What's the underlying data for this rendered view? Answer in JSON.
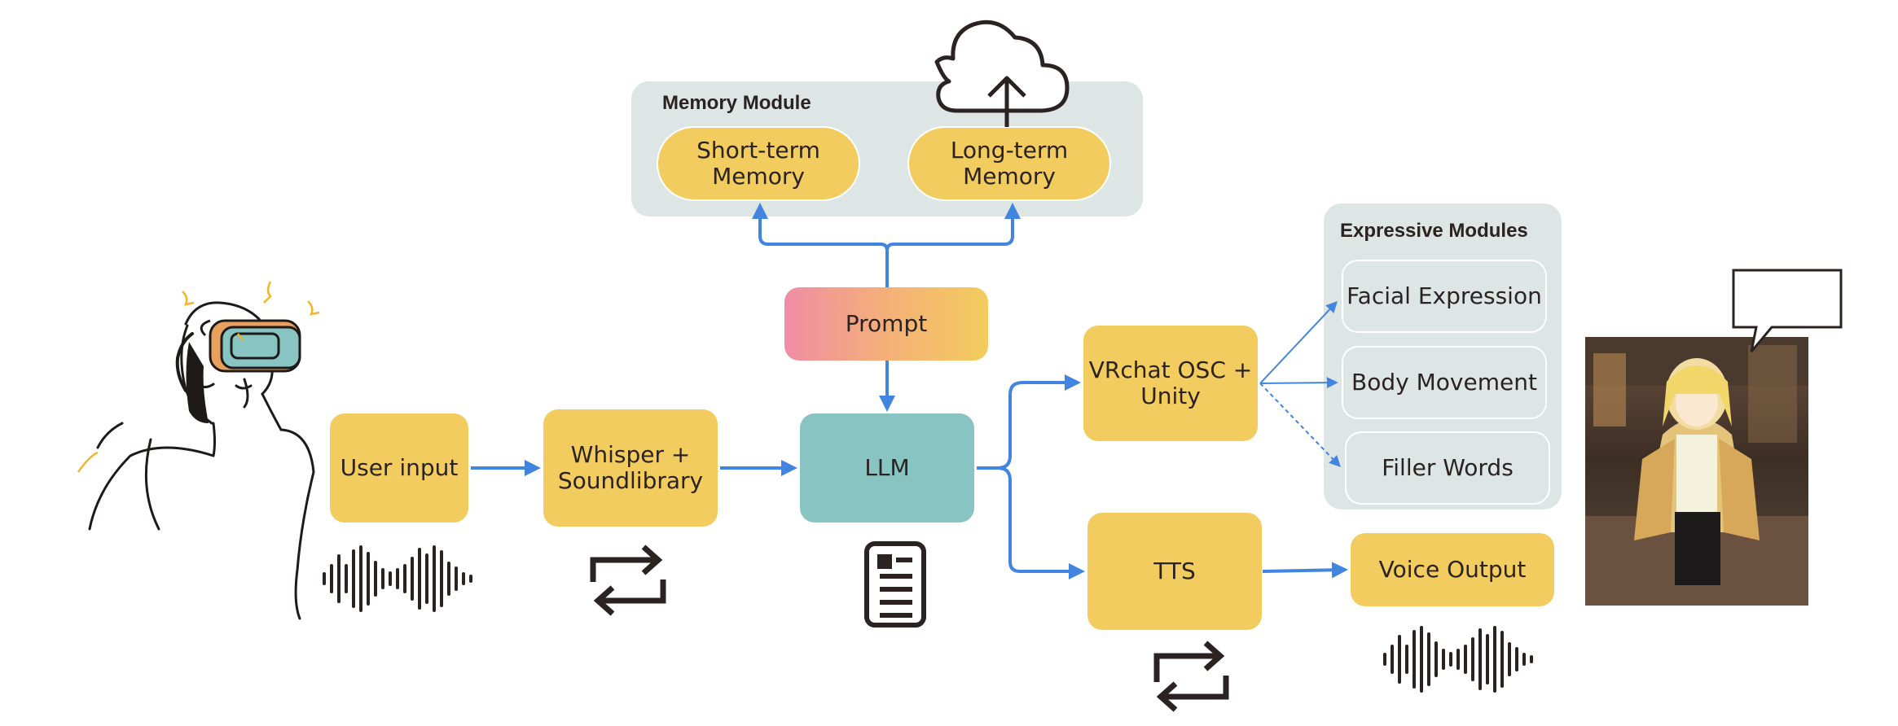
{
  "memory_module": {
    "title": "Memory Module",
    "short_term": "Short-term\nMemory",
    "long_term": "Long-term\nMemory"
  },
  "expressive_modules": {
    "title": "Expressive Modules",
    "items": [
      "Facial Expression",
      "Body Movement",
      "Filler Words"
    ]
  },
  "nodes": {
    "user_input": "User input",
    "whisper": "Whisper +\nSoundlibrary",
    "prompt": "Prompt",
    "llm": "LLM",
    "vrchat": "VRchat OSC +\nUnity",
    "tts": "TTS",
    "voice_output": "Voice Output"
  },
  "speech_bubble": "... ...",
  "colors": {
    "box_yellow": "#f2cc5e",
    "llm_teal": "#88c4c1",
    "panel_gray": "#dde5e5",
    "arrow_blue": "#4285e0",
    "icon_dark": "#2b2322"
  },
  "icons": [
    "cloud-upload-icon",
    "refresh-arrows-icon",
    "document-icon",
    "sound-wave-icon",
    "vr-headset-person-icon",
    "avatar-image"
  ]
}
